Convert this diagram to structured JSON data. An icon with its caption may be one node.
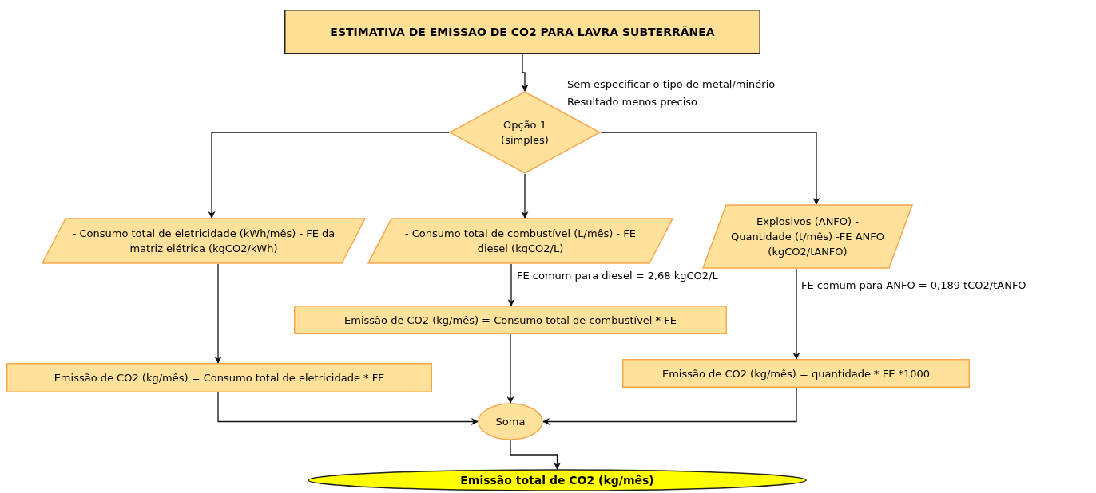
{
  "diagram": {
    "nodes": [
      {
        "text": [
          "ESTIMATIVA DE EMISSÃO DE CO2 PARA LAVRA SUBTERRÂNEA"
        ]
      },
      {
        "text": [
          "Opção 1 (simples)"
        ],
        "beside": [
          "Sem especificar o tipo de metal/minério",
          "Resultado menos preciso"
        ]
      },
      {
        "text": [
          "- Consumo total de eletricidade (kWh/mês) - FE da matriz elétrica (kgCO2/kWh)"
        ]
      },
      {
        "text": [
          "- Consumo total de combustível (L/mês) - FE diesel (kgCO2/L)"
        ]
      },
      {
        "text": [
          "Explosivos (ANFO) -Quantidade (t/mês) -FE ANFO (kgCO2/tANFO)"
        ]
      },
      {
        "text": [
          "Emissão de CO2 (kg/mês) = Consumo total de eletricidade * FE"
        ]
      },
      {
        "text": [
          "Emissão de CO2 (kg/mês) = Consumo total de combustível * FE"
        ]
      },
      {
        "text": [
          "Emissão de CO2 (kg/mês) = quantidade * FE *1000"
        ]
      },
      {
        "text": [
          "Soma"
        ]
      },
      {
        "text": [
          "Emissão total de CO2 (kg/mês)"
        ]
      }
    ],
    "edges": [
      {
        "from": 0,
        "to": 1,
        "arrow": "to"
      },
      {
        "from": 1,
        "to": 2,
        "arrow": "to"
      },
      {
        "from": 1,
        "to": 3,
        "arrow": "to"
      },
      {
        "from": 1,
        "to": 4,
        "arrow": "to"
      },
      {
        "from": 2,
        "to": 5,
        "arrow": "to"
      },
      {
        "from": 3,
        "to": 6,
        "arrow": "to",
        "label": "FE comum para diesel = 2,68 kgCO2/L"
      },
      {
        "from": 4,
        "to": 7,
        "arrow": "to",
        "label": "FE comum para ANFO = 0,189 tCO2/tANFO"
      },
      {
        "from": 5,
        "to": 8,
        "arrow": "to"
      },
      {
        "from": 6,
        "to": 8,
        "arrow": "to"
      },
      {
        "from": 7,
        "to": 8,
        "arrow": "to"
      },
      {
        "from": 8,
        "to": 9,
        "arrow": "to"
      }
    ]
  }
}
